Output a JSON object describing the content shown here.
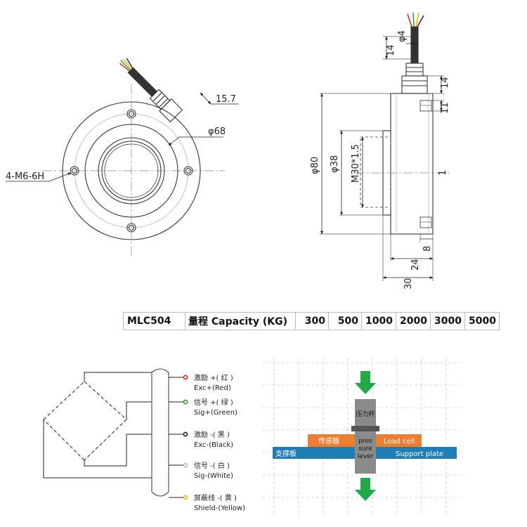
{
  "front_view": {
    "dim_cable_exit": "15.7",
    "dim_bolt_circle": "φ68",
    "hole_spec": "4-M6-6H"
  },
  "side_view": {
    "dim_cable_dia": "φ4",
    "dim_cable_end": "14",
    "dim_gland_len": "14",
    "dim_top_hole": "11",
    "dim_outer_dia": "φ80",
    "dim_boss_dia": "φ38",
    "dim_thread": "M30*1.5",
    "dim_center_mark": "1",
    "dim_bottom_hole": "8",
    "dim_body_h": "24",
    "dim_total_h": "30"
  },
  "capacity_table": {
    "model": "MLC504",
    "capacity_label": "量程 Capacity (KG)",
    "values": [
      "300",
      "500",
      "1000",
      "2000",
      "3000",
      "5000"
    ]
  },
  "wiring": {
    "wires": [
      {
        "cn": "激励 +( 红 )",
        "en": "Exc+(Red)",
        "color": "#d62020"
      },
      {
        "cn": "信号 +( 绿 )",
        "en": "Sig+(Green)",
        "color": "#2e9b2e"
      },
      {
        "cn": "激励 -( 黑 )",
        "en": "Exc-(Black)",
        "color": "#222222"
      },
      {
        "cn": "信号 -( 白 )",
        "en": "Sig-(White)",
        "color": "#bbbbbb"
      },
      {
        "cn": "屏蔽线 -( 黄 )",
        "en": "Shield-(Yellow)",
        "color": "#e0b800"
      }
    ]
  },
  "install": {
    "lever_cn": "压力杆",
    "lever_en": "pressure lever",
    "load_cell_cn": "传感器",
    "load_cell_en": "Load cell",
    "support_cn": "支撑板",
    "support_en": "Support plate",
    "colors": {
      "load_cell": "#ed7d31",
      "support": "#1f7fb4",
      "lever": "#8a8a8a",
      "arrow": "#1faa45"
    }
  }
}
